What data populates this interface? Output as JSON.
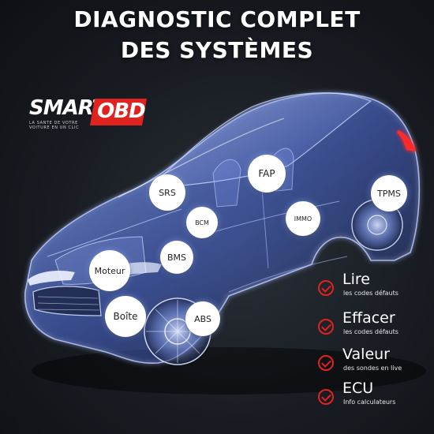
{
  "title": {
    "line1": "DIAGNOSTIC COMPLET",
    "line2": "DES SYSTÈMES"
  },
  "logo": {
    "smart": "SMART",
    "obd": "OBD",
    "tagline_1": "LA SANTE DE VOTRE",
    "tagline_2": "VOITURE EN UN CLIC"
  },
  "bubbles": [
    {
      "id": "fap",
      "label": "FAP"
    },
    {
      "id": "srs",
      "label": "SRS"
    },
    {
      "id": "tpms",
      "label": "TPMS"
    },
    {
      "id": "bcm",
      "label": "BCM"
    },
    {
      "id": "immo",
      "label": "IMMO"
    },
    {
      "id": "bms",
      "label": "BMS"
    },
    {
      "id": "moteur",
      "label": "Moteur"
    },
    {
      "id": "boite",
      "label": "Boîte"
    },
    {
      "id": "abs",
      "label": "ABS"
    }
  ],
  "features": [
    {
      "title": "Lire",
      "subtitle": "les codes défauts"
    },
    {
      "title": "Effacer",
      "subtitle": "les codes défauts"
    },
    {
      "title": "Valeur",
      "subtitle": "des sondes en live"
    },
    {
      "title": "ECU",
      "subtitle": "Info calculateurs"
    }
  ],
  "colors": {
    "accent": "#e0231f",
    "car_glow": "#8fb0ff",
    "background": "#181c22"
  },
  "icons": {
    "check": "check-circle-icon",
    "car": "car-xray-illustration"
  }
}
